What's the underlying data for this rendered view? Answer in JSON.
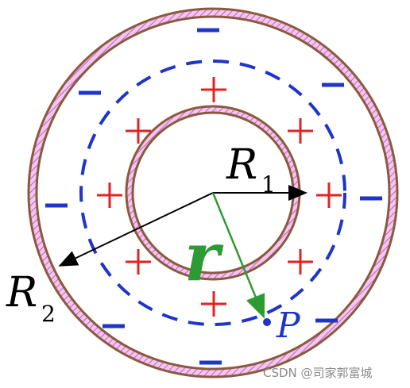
{
  "labels": {
    "R1_letter": "R",
    "R1_sub": "1",
    "R2_letter": "R",
    "R2_sub": "2",
    "r": "r",
    "P": "P"
  },
  "charges": {
    "inner_symbol": "+",
    "outer_symbol": "−"
  },
  "watermark": "CSDN @司家郭富城",
  "colors": {
    "shell_border": "#8B5A3C",
    "shell_fill": "#E7A7E6",
    "dashed_circle": "#1F35C8",
    "plus_charge": "#E32222",
    "minus_charge": "#1F35C8",
    "r_arrow": "#2E9A33",
    "radius_arrow": "#000000",
    "point_P": "#1F35C8"
  }
}
